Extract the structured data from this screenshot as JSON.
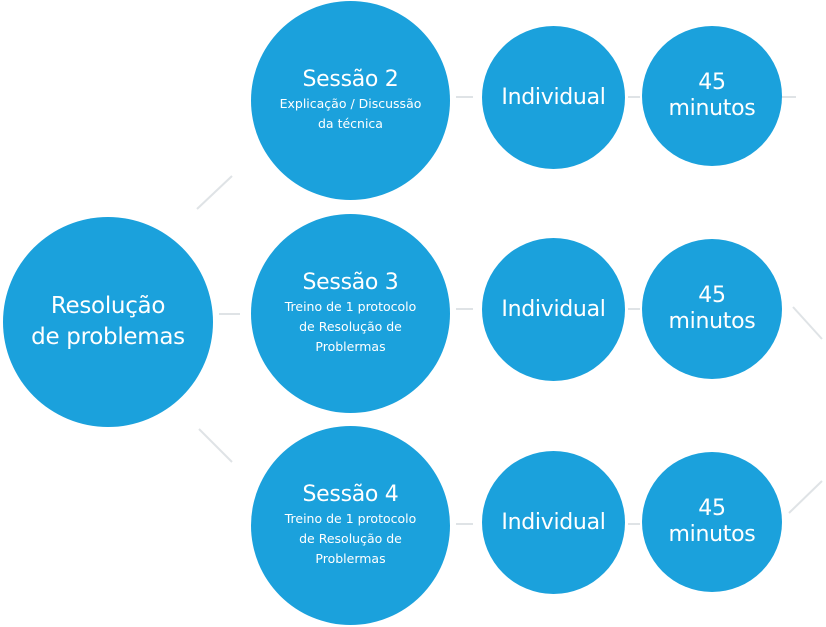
{
  "main": {
    "title": "Resolução\nde problemas"
  },
  "rows": [
    {
      "session": {
        "title": "Sessão 2",
        "desc": "Explicação / Discussão\nda técnica"
      },
      "mode": "Individual",
      "duration": "45\nminutos"
    },
    {
      "session": {
        "title": "Sessão 3",
        "desc": "Treino de 1 protocolo\nde Resolução de\nProblermas"
      },
      "mode": "Individual",
      "duration": "45\nminutos"
    },
    {
      "session": {
        "title": "Sessão 4",
        "desc": "Treino de 1 protocolo\nde Resolução de\nProblermas"
      },
      "mode": "Individual",
      "duration": "45\nminutos"
    }
  ],
  "colors": {
    "circle": "#1ba1dc",
    "connector": "#dfe3e6",
    "text": "#ffffff"
  }
}
